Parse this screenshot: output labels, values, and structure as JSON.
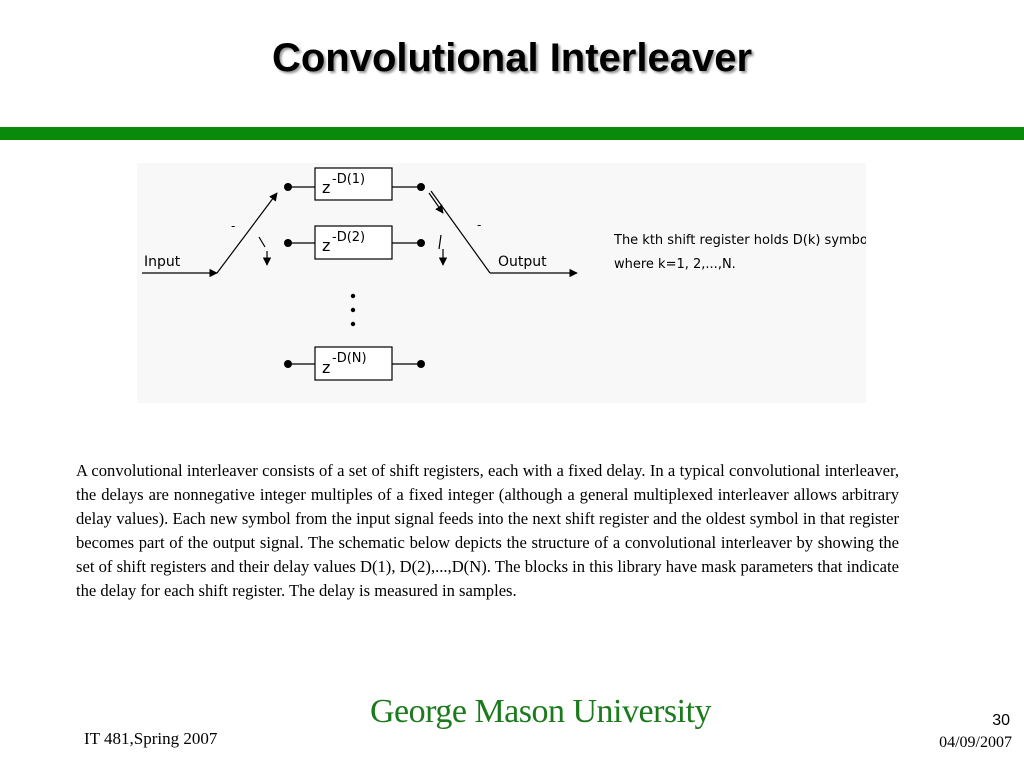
{
  "slide": {
    "title": "Convolutional Interleaver",
    "body": "A convolutional interleaver consists of a set of shift registers, each with a fixed delay. In a typical convolutional interleaver, the delays are nonnegative integer multiples of a fixed integer (although a general multiplexed interleaver allows arbitrary delay values). Each new symbol from the input signal feeds into the next shift register and the oldest symbol in that register becomes part of the output signal. The schematic below depicts the structure of a convolutional interleaver by showing the set of shift registers and their delay values D(1), D(2),...,D(N). The blocks in this library have mask parameters that indicate the delay for each shift register. The delay is measured in samples."
  },
  "diagram": {
    "input_label": "Input",
    "output_label": "Output",
    "registers": [
      {
        "z": "z",
        "exp": "-D(1)"
      },
      {
        "z": "z",
        "exp": "-D(2)"
      },
      {
        "z": "z",
        "exp": "-D(N)"
      }
    ],
    "note_line1": "The kth shift register holds D(k) symbols,",
    "note_line2": "where k=1, 2,...,N."
  },
  "footer": {
    "logo": "George Mason University",
    "course": "IT 481,Spring 2007",
    "page": "30",
    "date": "04/09/2007"
  },
  "colors": {
    "accent_bar": "#0a8a0a",
    "logo": "#1b7a1b"
  }
}
